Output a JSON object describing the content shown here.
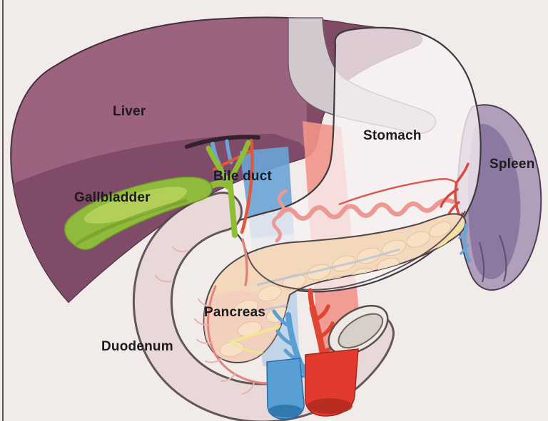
{
  "diagram": {
    "type": "anatomical-illustration",
    "labels": {
      "liver": "Liver",
      "gallbladder": "Gallbladder",
      "bile_duct": "Bile duct",
      "stomach": "Stomach",
      "spleen": "Spleen",
      "pancreas": "Pancreas",
      "duodenum": "Duodenum"
    }
  },
  "colors": {
    "background": "#f1ecea",
    "liver": "#9c6380",
    "liver_shadow": "#7d4a66",
    "liver_behind_stomach": "#7f4963",
    "esophagus": "#d2c9cf",
    "stomach_fill": "#f7f1f2",
    "spleen_outer": "#b09eba",
    "spleen_inner": "#8d78a2",
    "gallbladder": "#8fba3b",
    "gallbladder_highlight": "#b8d25e",
    "bile_duct_green": "#8fbe34",
    "portal_vein_blue": "#6ba4d6",
    "vein_blue_light": "#b9d0e8",
    "vein_tube_blue": "#5a9fd4",
    "artery_red": "#e04432",
    "hepatic_artery_red": "#e2563c",
    "aorta_band": "#f2958a",
    "aorta_tube": "#e23b2e",
    "gastric_vessel_pink": "#eb9a93",
    "pancreas_fill": "#f4d8bb",
    "pancreas_lobule": "#f8e2c6",
    "pancreatic_duct_yellow": "#efe98b",
    "duodenum_fill": "#f8e7e6",
    "label_text": "#1c1a1c"
  }
}
